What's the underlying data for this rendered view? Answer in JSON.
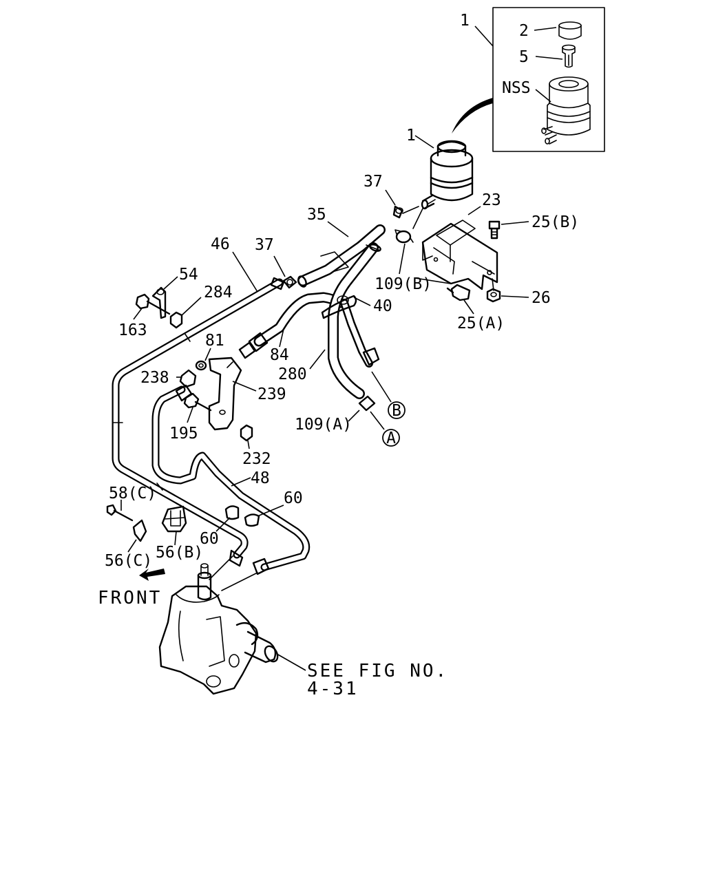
{
  "labels": {
    "inset_callout": "1",
    "cap": "2",
    "strainer": "5",
    "nss": "NSS",
    "reservoir": "1",
    "clip_upper": "37",
    "bracket": "23",
    "bolt_25b": "25(B)",
    "hose_35": "35",
    "pipe_46": "46",
    "clip_37": "37",
    "clamp_109b": "109(B)",
    "clip_40": "40",
    "nut_26": "26",
    "bolt_25a": "25(A)",
    "bracket_54": "54",
    "nut_284": "284",
    "bolt_163": "163",
    "washer_81": "81",
    "hose_84": "84",
    "hose_280": "280",
    "fitting_238": "238",
    "bracket_239": "239",
    "bolt_195": "195",
    "clamp_109a": "109(A)",
    "nut_232": "232",
    "pipe_48": "48",
    "bolt_58c": "58(C)",
    "clip_60_upper": "60",
    "clip_60_lower": "60",
    "clip_56c": "56(C)",
    "clip_56b": "56(B)",
    "front": "FRONT",
    "see_fig": "SEE FIG NO.",
    "fig_no": "4-31"
  },
  "markers": {
    "a": "A",
    "b": "B"
  }
}
